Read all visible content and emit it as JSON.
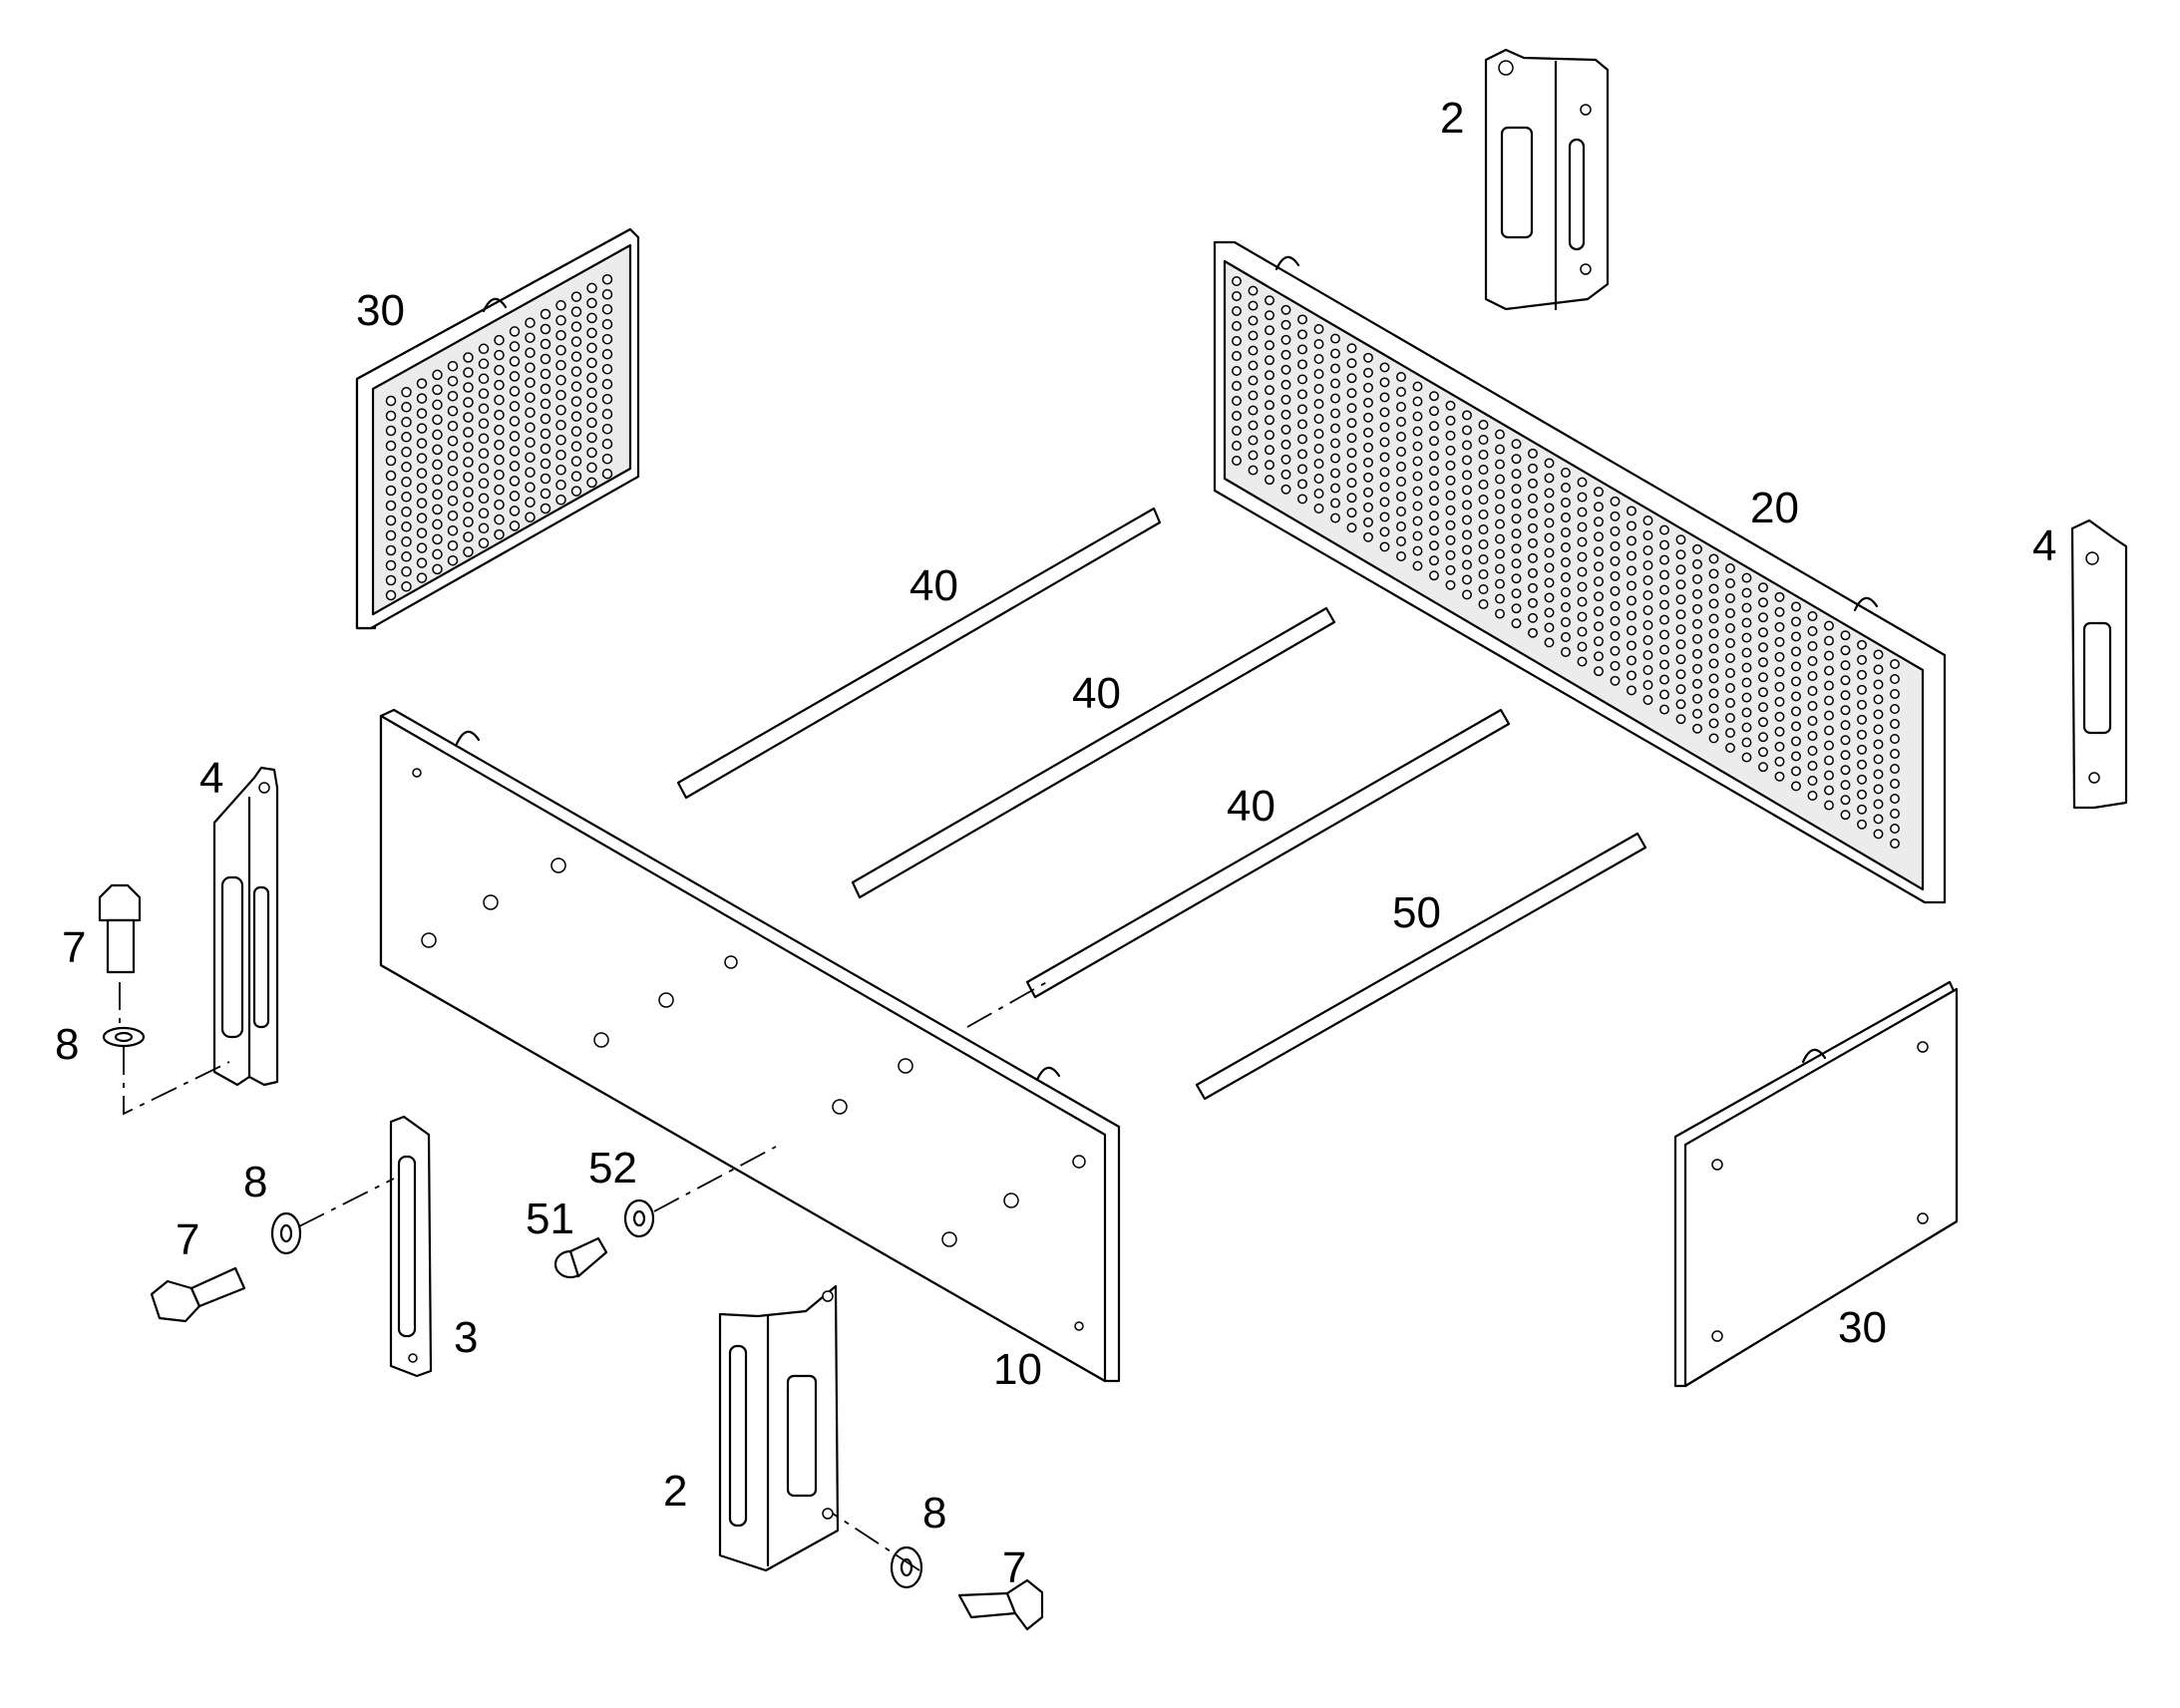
{
  "diagram": {
    "background": "#ffffff",
    "line_color": "#000000",
    "callouts": {
      "c2_top": "2",
      "c30_left": "30",
      "c20": "20",
      "c4_right": "4",
      "c40_a": "40",
      "c40_b": "40",
      "c40_c": "40",
      "c50": "50",
      "c4_left": "4",
      "c7_upper": "7",
      "c8_upper": "8",
      "c8_mid": "8",
      "c7_mid": "7",
      "c3": "3",
      "c52": "52",
      "c51": "51",
      "c10": "10",
      "c30_right": "30",
      "c2_bottom": "2",
      "c8_bottom": "8",
      "c7_bottom": "7"
    }
  }
}
